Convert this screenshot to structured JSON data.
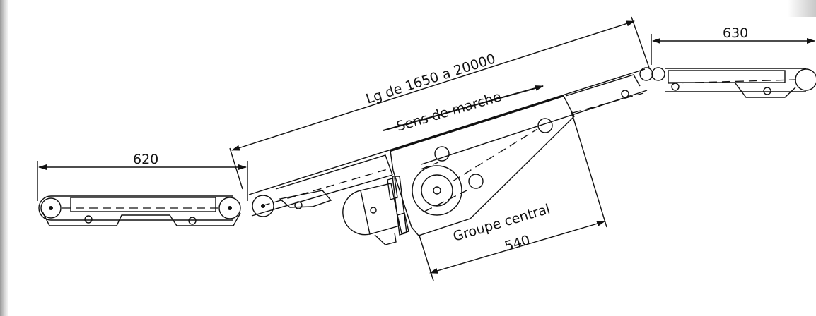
{
  "labels": {
    "length": "Lg de 1650 a 20000",
    "direction": "Sens de marche",
    "central_group": "Groupe central"
  },
  "dimensions": {
    "left_section": "620",
    "right_section": "630",
    "central": "540"
  }
}
